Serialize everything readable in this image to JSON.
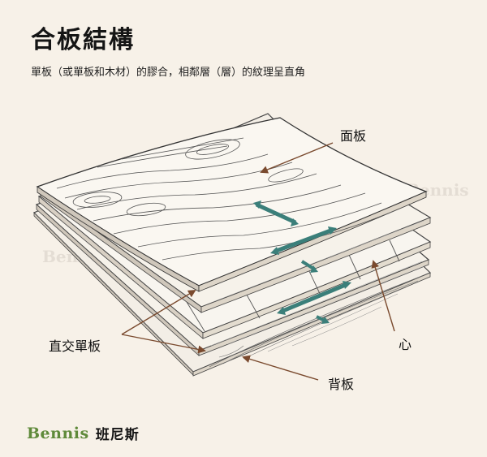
{
  "title": "合板結構",
  "subtitle": "單板（或單板和木材）的膠合，相鄰層（層）的紋理呈直角",
  "labels": {
    "face": "面板",
    "cross": "直交單板",
    "core": "心",
    "back": "背板"
  },
  "watermark": "Bennis",
  "brand": {
    "logo": "Bennis",
    "name": "班尼斯"
  },
  "colors": {
    "background": "#f7f1e8",
    "arrow_teal": "#3b7f7a",
    "pointer_brown": "#7a4a2e",
    "brand_green": "#5f8a3a"
  }
}
